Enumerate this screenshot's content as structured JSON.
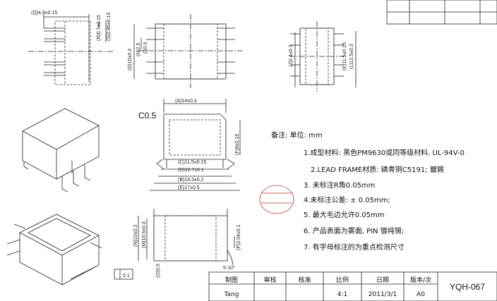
{
  "dims": {
    "q": "(Q)4.8±0.15",
    "r": "(R)0.7±0.15",
    "s": "(S)2.85±0.15",
    "d": "(D)10±0.3",
    "h": "(H)2.5",
    "i": "(I)0.5",
    "j": "(J)2.4±0.3",
    "k": "(K)11.5±0.15",
    "l": "(L)12.5±0.3",
    "a": "(A)14±0.3",
    "f": "(F)8±0.15",
    "c": "(C)11.5±0.15",
    "dd": "(D)12.7±0.1",
    "b": "(B)14.3±0.2",
    "e": "(E)17±0.5",
    "n": "(N)10±0.3",
    "m": "(M)10.5±0.3",
    "p": "(P)2.54±0.1",
    "o": "(O)0.5",
    "angle": "5-10°",
    "c05": "C0.5",
    "flat_val": "0.1"
  },
  "notes": {
    "title": "备注:    单位: mm",
    "n1": "1.成型材料:   黑色PM9630或同等级材料, UL-94V-0",
    "n2": "2.LEAD   FRAME材质: 磷青铜C5191;  鍍錫",
    "n3": "3.  未标注R角0.05mm",
    "n4": "4.未标注公差:    ± 0.05mm;",
    "n5": "5.  最大毛边允许0.05mm",
    "n6": "6.  产品表面为雾面, PIN 镀纯锡;",
    "n7": "7.  有字母标注的为重点检测尺寸"
  },
  "title_block": {
    "headers": [
      "制图",
      "审核",
      "核准",
      "比例",
      "日期",
      "版本/次"
    ],
    "values": [
      "Tang",
      "",
      "",
      "4:1",
      "2011/3/1",
      "A0"
    ],
    "part_no": "YQH-067"
  }
}
